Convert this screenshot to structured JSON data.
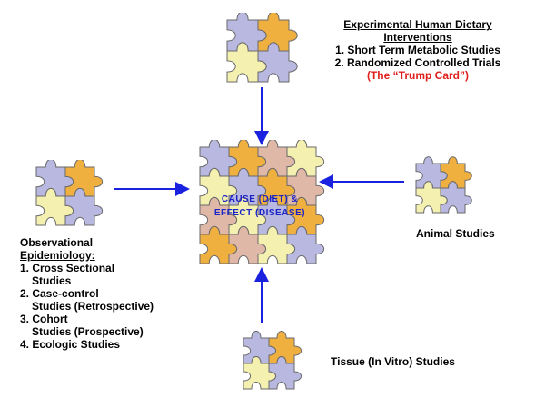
{
  "experimental": {
    "title_line1": "Experimental Human Dietary",
    "title_line2": "Interventions",
    "item1": "1. Short Term Metabolic Studies",
    "item2": "2. Randomized Controlled Trials",
    "trump_card": "(The “Trump Card”)"
  },
  "observational": {
    "title_line1": "Observational",
    "title_line2": "Epidemiology:",
    "items": [
      {
        "line1": "1. Cross Sectional",
        "line2": "Studies"
      },
      {
        "line1": "2. Case-control",
        "line2": "Studies (Retrospective)"
      },
      {
        "line1": "3.  Cohort",
        "line2": "Studies (Prospective)"
      },
      {
        "line1": "4.  Ecologic Studies",
        "line2": ""
      }
    ]
  },
  "animal": {
    "label": "Animal Studies"
  },
  "tissue": {
    "label": "Tissue (In Vitro) Studies"
  },
  "center": {
    "line1": "CAUSE (DIET) &",
    "line2": "EFFECT (DISEASE)"
  },
  "colors": {
    "arrow": "#1a22e0",
    "piece_lavender": "#b8b8e0",
    "piece_orange": "#f0b040",
    "piece_pink": "#e0b8a8",
    "piece_cream": "#f4f0b0",
    "trump_red": "#e0201c",
    "center_text": "#1a22c8"
  }
}
